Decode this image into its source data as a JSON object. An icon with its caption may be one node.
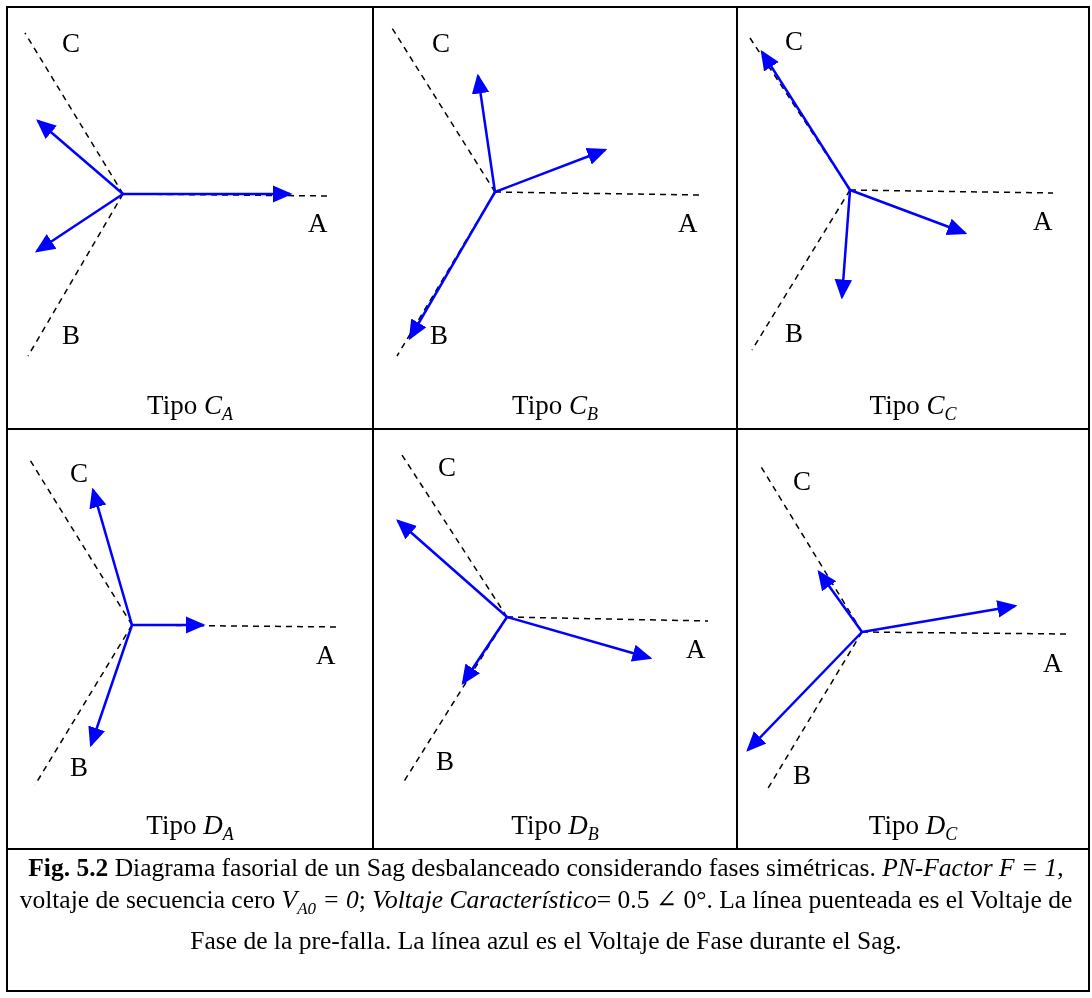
{
  "diagram": {
    "caption": "**Fig. 5.2** Diagrama fasorial de un Sag desbalanceado considerando fases simétricas. *PN-Factor F = 1*, voltaje de secuencia cero *V*$_{A0}$ *= 0*; *Voltaje Característico*= 0.5 ∠ 0°. La línea puenteada es el Voltaje de Fase de la pre-falla. La línea azul es el Voltaje de Fase durante el Sag.",
    "labels": [
      "C",
      "A",
      "B",
      "Tipo *C*$_{A}$",
      "C",
      "A",
      "B",
      "Tipo *C*$_{B}$",
      "C",
      "A",
      "B",
      "Tipo *C*$_{C}$",
      "C",
      "A",
      "B",
      "Tipo *D*$_{A}$",
      "C",
      "A",
      "B",
      "Tipo *D*$_{B}$",
      "C",
      "A",
      "B",
      "Tipo *D*$_{C}$"
    ]
  }
}
